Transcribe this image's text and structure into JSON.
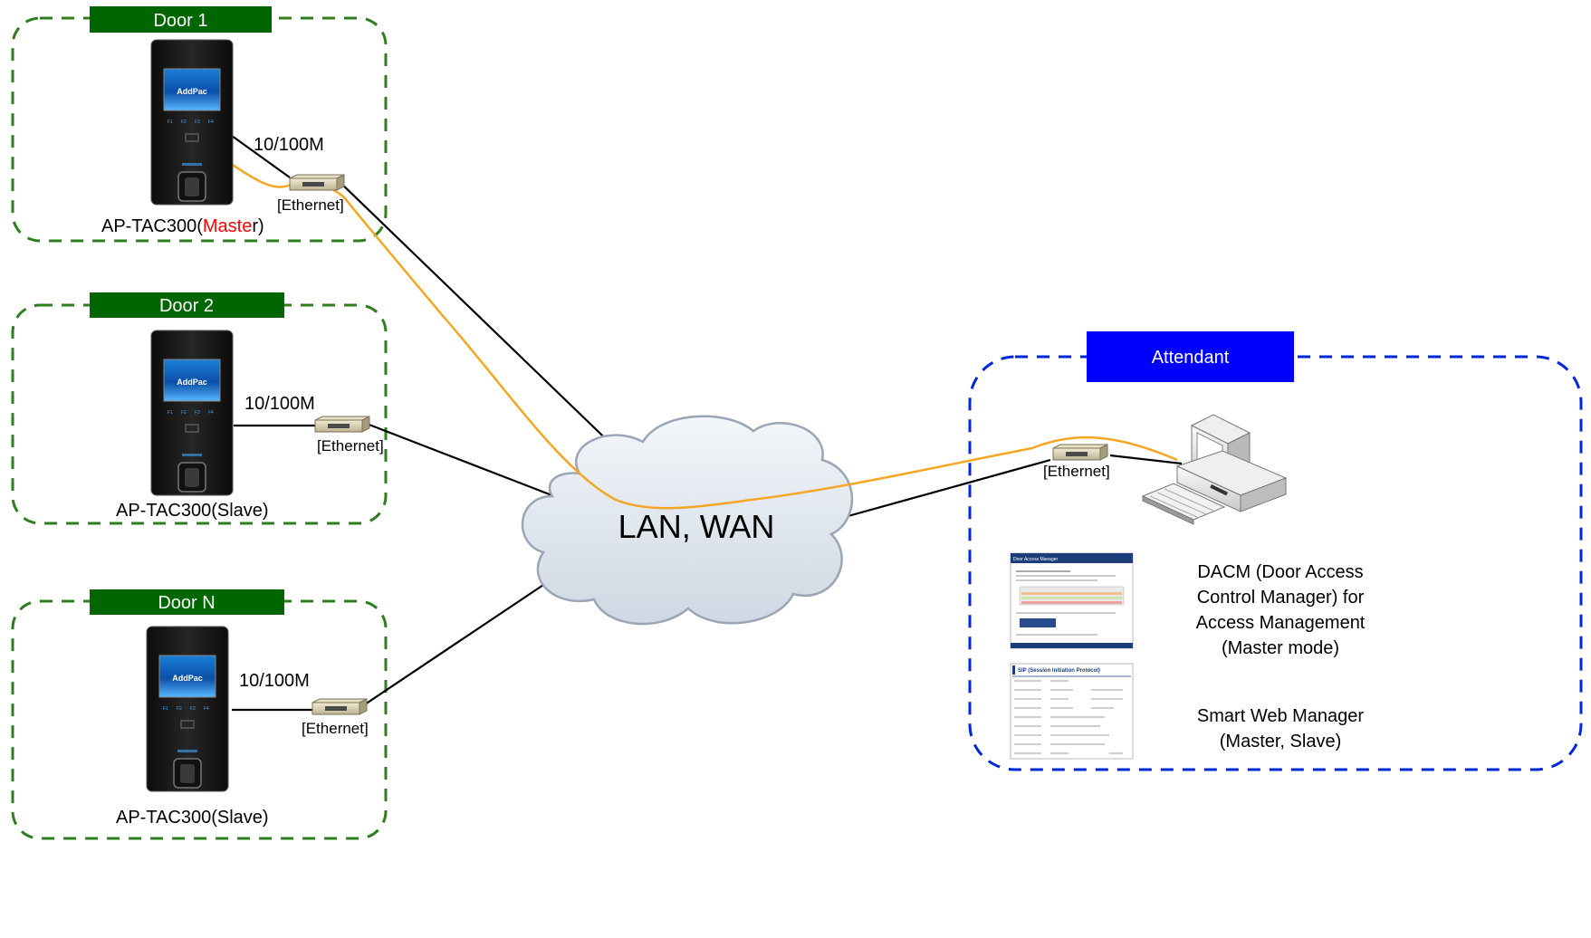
{
  "doors": [
    {
      "title": "Door 1",
      "speed": "10/100M",
      "ethernet": "[Ethernet]",
      "device_prefix": "AP-TAC300(",
      "device_highlight": "Maste",
      "device_suffix": "r)"
    },
    {
      "title": "Door 2",
      "speed": "10/100M",
      "ethernet": "[Ethernet]",
      "device_label": "AP-TAC300(Slave)"
    },
    {
      "title": "Door N",
      "speed": "10/100M",
      "ethernet": "[Ethernet]",
      "device_label": "AP-TAC300(Slave)"
    }
  ],
  "device_screen_brand": "AddPac",
  "device_key_labels": [
    "F1",
    "F2",
    "F3",
    "F4"
  ],
  "cloud": {
    "label": "LAN, WAN"
  },
  "attendant": {
    "title": "Attendant",
    "ethernet": "[Ethernet]",
    "dacm_lines": [
      "DACM (Door Access",
      "Control Manager) for",
      "Access Management",
      "(Master mode)"
    ],
    "swm_lines": [
      "Smart Web Manager",
      "(Master, Slave)"
    ],
    "thumb1_title": "Door Access Manager",
    "thumb2_title": "SIP (Session Initiation Protocol)"
  },
  "colors": {
    "door_green": "#006600",
    "door_border": "#2e7d1e",
    "attendant_blue": "#0000ff",
    "attendant_border": "#0026d9",
    "master_red": "#ff0000",
    "signal_orange": "#f5a623"
  }
}
